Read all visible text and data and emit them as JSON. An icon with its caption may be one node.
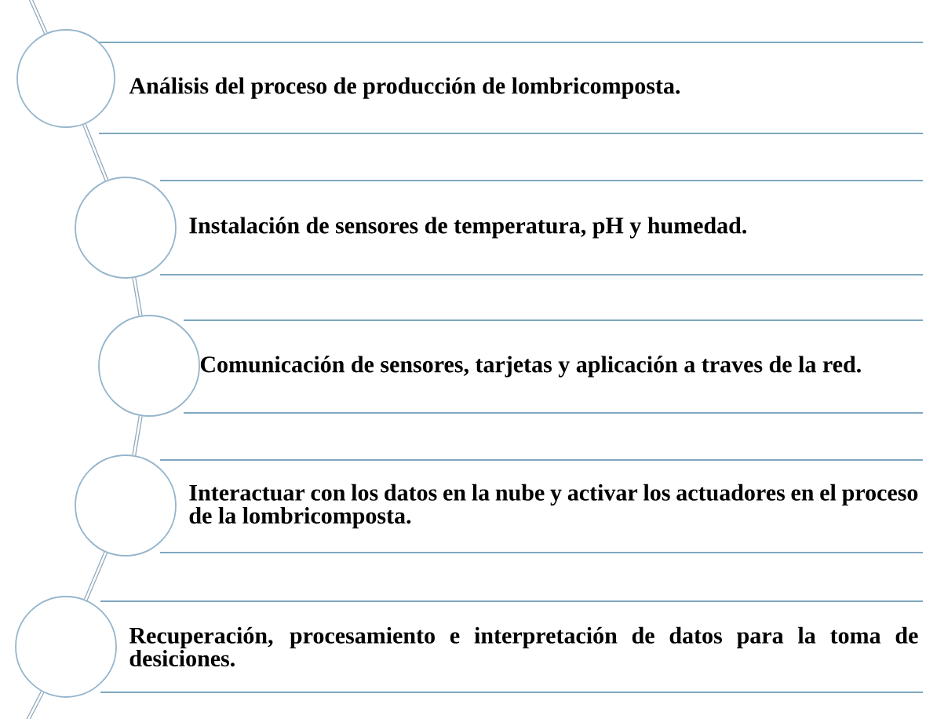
{
  "diagram": {
    "nodes": [
      {
        "text": [],
        "shape": "circle"
      },
      {
        "text": [
          "Análisis del proceso de producción de lombricomposta."
        ]
      },
      {
        "text": [],
        "shape": "circle"
      },
      {
        "text": [
          "Instalación de sensores de temperatura, pH y humedad."
        ]
      },
      {
        "text": [],
        "shape": "circle"
      },
      {
        "text": [
          "Comunicación de sensores, tarjetas y aplicación a traves de la red."
        ]
      },
      {
        "text": [],
        "shape": "circle"
      },
      {
        "text": [
          "Interactuar con los datos en la nube y activar los actuadores en el proceso de la lombricomposta."
        ]
      },
      {
        "text": [],
        "shape": "circle"
      },
      {
        "text": [
          "Recuperación, procesamiento e interpretación de datos para la toma de desiciones."
        ]
      }
    ],
    "edges": [
      {
        "from": null,
        "to": 0,
        "arrow": "none"
      },
      {
        "from": 0,
        "to": 2,
        "arrow": "none"
      },
      {
        "from": 2,
        "to": 4,
        "arrow": "none"
      },
      {
        "from": 4,
        "to": 6,
        "arrow": "none"
      },
      {
        "from": 6,
        "to": 8,
        "arrow": "none"
      },
      {
        "from": 8,
        "to": null,
        "arrow": "none"
      }
    ]
  }
}
